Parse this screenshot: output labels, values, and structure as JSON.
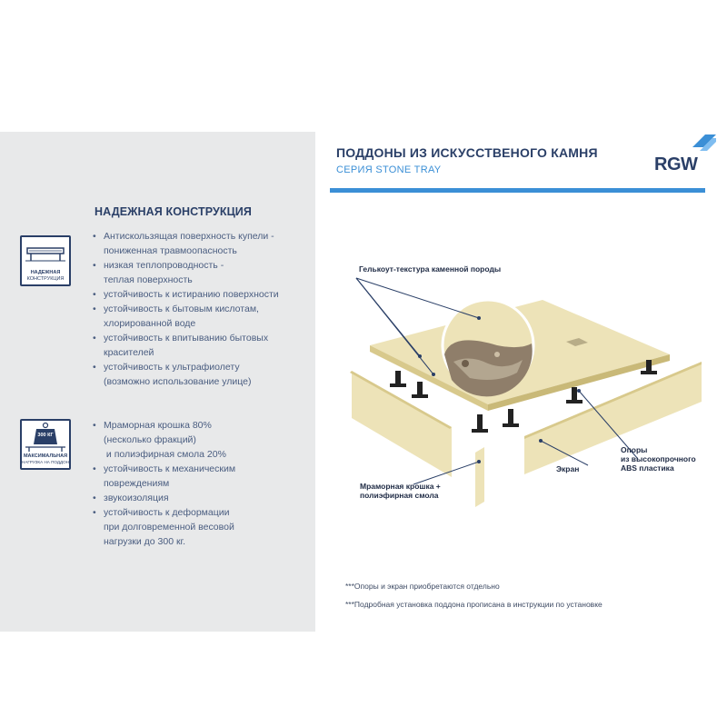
{
  "left": {
    "section_title": "НАДЕЖНАЯ КОНСТРУКЦИЯ",
    "icon1": {
      "name": "structure-icon",
      "caption_line1": "НАДЕЖНАЯ",
      "caption_line2": "КОНСТРУКЦИЯ"
    },
    "icon2": {
      "name": "weight-icon",
      "weight_label": "300 КГ",
      "caption_line1": "МАКСИМАЛЬНАЯ",
      "caption_line2": "НАГРУЗКА НА ПОДДОН"
    },
    "list1": [
      {
        "text": "Антискользящая поверхность купели -",
        "sub": "пониженная травмоопасность"
      },
      {
        "text": "низкая теплопроводность -",
        "sub": "теплая поверхность"
      },
      {
        "text": "устойчивость к истиранию поверхности",
        "sub": ""
      },
      {
        "text": "устойчивость к бытовым кислотам,",
        "sub": "хлорированной воде"
      },
      {
        "text": "устойчивость к впитыванию бытовых",
        "sub": "красителей"
      },
      {
        "text": "устойчивость к ультрафиолету",
        "sub": "(возможно использование улице)"
      }
    ],
    "list2": [
      {
        "text": "Мраморная крошка 80%",
        "sub": "(несколько фракций)",
        "sub2": " и полиэфирная смола 20%"
      },
      {
        "text": "устойчивость к механическим",
        "sub": "повреждениям",
        "sub2": ""
      },
      {
        "text": "звукоизоляция",
        "sub": "",
        "sub2": ""
      },
      {
        "text": "устойчивость к деформации",
        "sub": "при долговременной весовой",
        "sub2": "нагрузки до 300 кг."
      }
    ]
  },
  "header": {
    "title": "ПОДДОНЫ ИЗ ИСКУССТВЕНОГО КАМНЯ",
    "subtitle": "СЕРИЯ STONE TRAY",
    "logo": "RGW"
  },
  "diagram": {
    "callout_gelcoat": "Гелькоут-текстура каменной породы",
    "callout_marble_1": "Мраморная крошка +",
    "callout_marble_2": "полиэфирная смола",
    "callout_screen": "Экран",
    "callout_supports_1": "Опоры",
    "callout_supports_2": "из высокопрочного",
    "callout_supports_3": "ABS пластика",
    "colors": {
      "tray": "#ede3b8",
      "tray_edge": "#d8c98c",
      "leg": "#222222",
      "line": "#2a3f67"
    }
  },
  "notes": {
    "note1": "***Опоры и экран приобретаются отдельно",
    "note2": "***Подробная установка поддона прописана в инструкции по установке"
  }
}
